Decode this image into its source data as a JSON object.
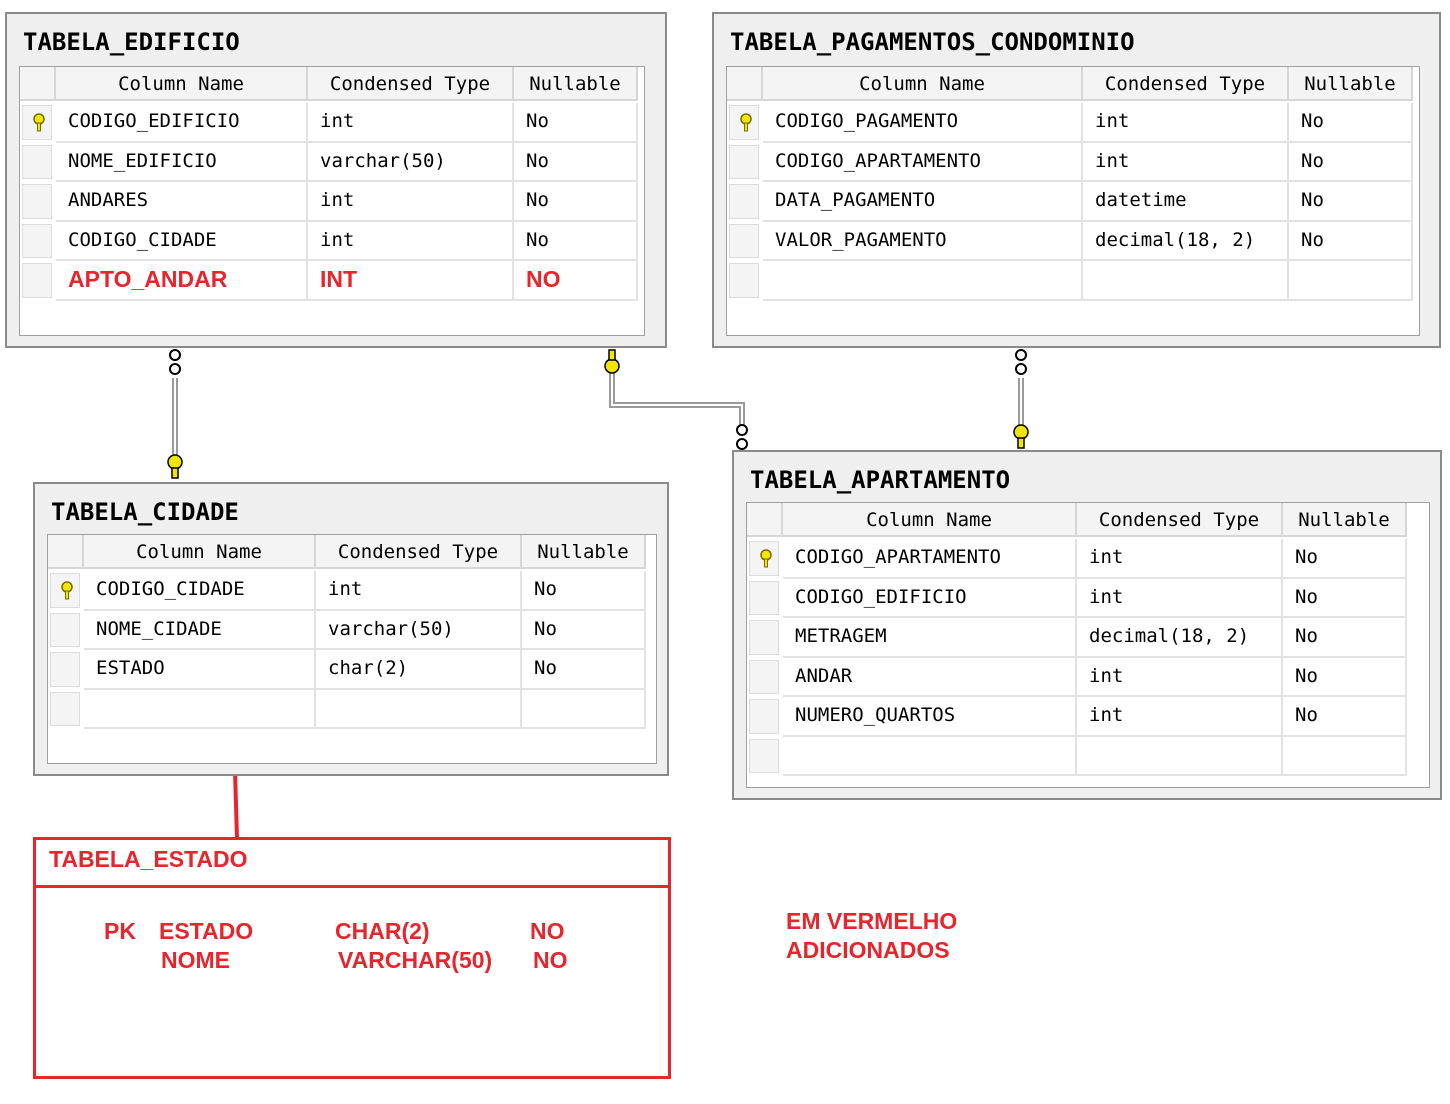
{
  "headers": {
    "column_name": "Column Name",
    "condensed_type": "Condensed Type",
    "nullable": "Nullable"
  },
  "tables": {
    "edificio": {
      "title": "TABELA_EDIFICIO",
      "rows": [
        {
          "name": "CODIGO_EDIFICIO",
          "type": "int",
          "nullable": "No",
          "pk": true
        },
        {
          "name": "NOME_EDIFICIO",
          "type": "varchar(50)",
          "nullable": "No"
        },
        {
          "name": "ANDARES",
          "type": "int",
          "nullable": "No"
        },
        {
          "name": "CODIGO_CIDADE",
          "type": "int",
          "nullable": "No"
        },
        {
          "name": "APTO_ANDAR",
          "type": "INT",
          "nullable": "NO",
          "added": true
        }
      ]
    },
    "pagamentos": {
      "title": "TABELA_PAGAMENTOS_CONDOMINIO",
      "rows": [
        {
          "name": "CODIGO_PAGAMENTO",
          "type": "int",
          "nullable": "No",
          "pk": true
        },
        {
          "name": "CODIGO_APARTAMENTO",
          "type": "int",
          "nullable": "No"
        },
        {
          "name": "DATA_PAGAMENTO",
          "type": "datetime",
          "nullable": "No"
        },
        {
          "name": "VALOR_PAGAMENTO",
          "type": "decimal(18, 2)",
          "nullable": "No"
        }
      ]
    },
    "cidade": {
      "title": "TABELA_CIDADE",
      "rows": [
        {
          "name": "CODIGO_CIDADE",
          "type": "int",
          "nullable": "No",
          "pk": true
        },
        {
          "name": "NOME_CIDADE",
          "type": "varchar(50)",
          "nullable": "No"
        },
        {
          "name": "ESTADO",
          "type": "char(2)",
          "nullable": "No"
        }
      ]
    },
    "apartamento": {
      "title": "TABELA_APARTAMENTO",
      "rows": [
        {
          "name": "CODIGO_APARTAMENTO",
          "type": "int",
          "nullable": "No",
          "pk": true
        },
        {
          "name": "CODIGO_EDIFICIO",
          "type": "int",
          "nullable": "No"
        },
        {
          "name": "METRAGEM",
          "type": "decimal(18, 2)",
          "nullable": "No"
        },
        {
          "name": "ANDAR",
          "type": "int",
          "nullable": "No"
        },
        {
          "name": "NUMERO_QUARTOS",
          "type": "int",
          "nullable": "No"
        }
      ]
    }
  },
  "estado_box": {
    "title": "TABELA_ESTADO",
    "rows": [
      {
        "pk": "PK",
        "name": "ESTADO",
        "type": "CHAR(2)",
        "nullable": "NO"
      },
      {
        "pk": "",
        "name": "NOME",
        "type": "VARCHAR(50)",
        "nullable": "NO"
      }
    ]
  },
  "note": {
    "line1": "EM VERMELHO",
    "line2": "ADICIONADOS"
  },
  "colors": {
    "added_red": "#e8242c",
    "key_yellow": "#f2e600"
  },
  "icons": {
    "primary_key": "key-icon"
  }
}
